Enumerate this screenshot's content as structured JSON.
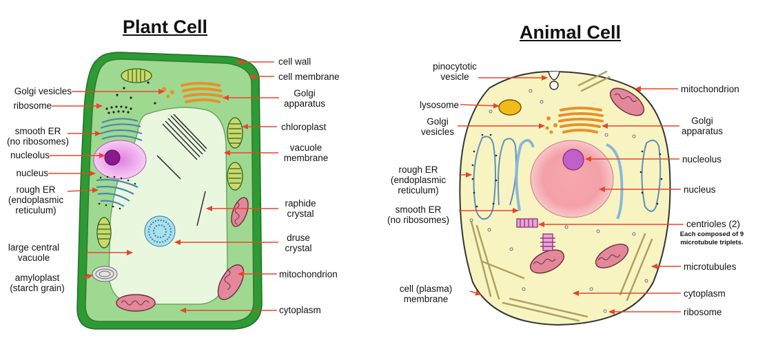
{
  "plant": {
    "title": "Plant Cell",
    "labels": {
      "cell_wall": "cell wall",
      "cell_membrane": "cell membrane",
      "golgi_vesicles": "Golgi vesicles",
      "ribosome": "ribosome",
      "golgi_apparatus": "Golgi\napparatus",
      "smooth_er": "smooth ER\n(no ribosomes)",
      "chloroplast": "chloroplast",
      "nucleolus": "nucleolus",
      "vacuole_membrane": "vacuole\nmembrane",
      "nucleus": "nucleus",
      "rough_er": "rough ER\n(endoplasmic\nreticulum)",
      "raphide_crystal": "raphide\ncrystal",
      "large_central_vacuole": "large central\nvacuole",
      "druse_crystal": "druse\ncrystal",
      "amyloplast": "amyloplast\n(starch grain)",
      "mitochondrion": "mitochondrion",
      "cytoplasm": "cytoplasm"
    }
  },
  "animal": {
    "title": "Animal Cell",
    "labels": {
      "pinocytotic_vesicle": "pinocytotic\nvesicle",
      "mitochondrion": "mitochondrion",
      "lysosome": "lysosome",
      "golgi_vesicles": "Golgi\nvesicles",
      "golgi_apparatus": "Golgi\napparatus",
      "nucleolus": "nucleolus",
      "rough_er": "rough ER\n(endoplasmic\nreticulum)",
      "nucleus": "nucleus",
      "smooth_er": "smooth ER\n(no ribosomes)",
      "centrioles": "centrioles (2)",
      "centrioles_note": "Each composed of 9\nmicrotubule triplets.",
      "microtubules": "microtubules",
      "cell_membrane": "cell (plasma)\nmembrane",
      "cytoplasm": "cytoplasm",
      "ribosome": "ribosome"
    }
  },
  "colors": {
    "cell_wall": "#2e9a33",
    "plant_cytoplasm": "#9fd890",
    "vacuole": "#eaf7df",
    "animal_cytoplasm": "#f8f4c2",
    "nucleus": "#f4a0a8",
    "nucleolus": "#c060c8",
    "golgi": "#e8902a",
    "mitochondrion": "#e2889a",
    "er": "#a9cde6",
    "arrow": "#e8452a"
  }
}
